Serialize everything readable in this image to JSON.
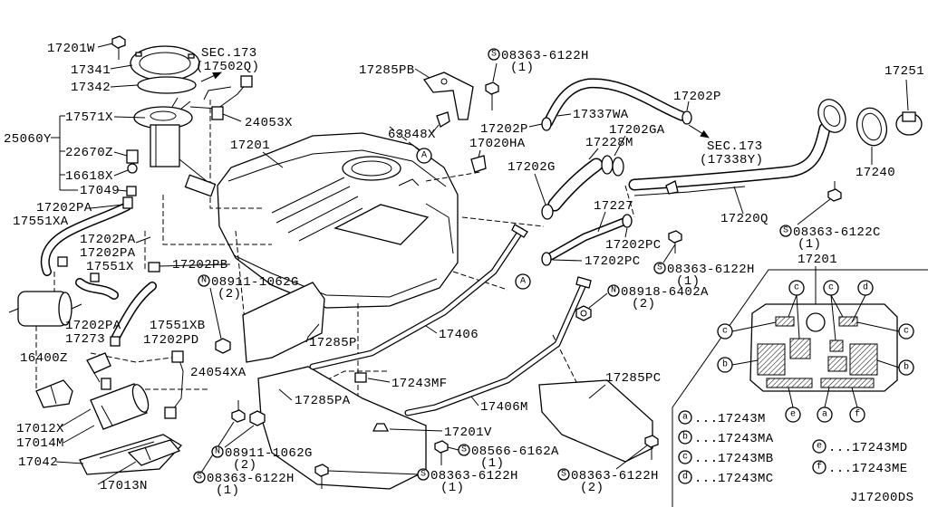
{
  "drawing_code": "J17200DS",
  "callouts": [
    "17201W",
    "17341",
    "17342",
    "17571X",
    "25060Y",
    "22670Z",
    "16618X",
    "17049",
    "24053X",
    "17201",
    "17202PA",
    "17551XA",
    "17202PA",
    "17202PA",
    "17551X",
    "17202PB",
    "16400Z",
    "17202PA",
    "17273",
    "17551XB",
    "17202PD",
    "24054XA",
    "17012X",
    "17014M",
    "17042",
    "17013N",
    "17285P",
    "17285PA",
    "17201V",
    "17243MF",
    "17406",
    "17406M",
    "17285PC",
    "17202PC",
    "17202PC",
    "17227",
    "17228M",
    "17202GA",
    "17202G",
    "17285PB",
    "17202P",
    "17337WA",
    "63848X",
    "17020HA",
    "17202P",
    "17251",
    "17240",
    "17220Q"
  ],
  "section_refs": [
    {
      "title": "SEC.173",
      "ref": "(17502Q)"
    },
    {
      "title": "SEC.173",
      "ref": "(17338Y)"
    }
  ],
  "fasteners": [
    {
      "mark": "S",
      "part": "08363-6122H",
      "qty": "(1)"
    },
    {
      "mark": "N",
      "part": "08911-1062G",
      "qty": "(2)"
    },
    {
      "mark": "S",
      "part": "08363-6122H",
      "qty": "(1)"
    },
    {
      "mark": "N",
      "part": "08918-6402A",
      "qty": "(2)"
    },
    {
      "mark": "S",
      "part": "08363-6122C",
      "qty": "(1)"
    },
    {
      "mark": "N",
      "part": "08911-1062G",
      "qty": "(2)"
    },
    {
      "mark": "S",
      "part": "08363-6122H",
      "qty": "(1)"
    },
    {
      "mark": "S",
      "part": "08566-6162A",
      "qty": "(1)"
    },
    {
      "mark": "S",
      "part": "08363-6122H",
      "qty": "(1)"
    },
    {
      "mark": "S",
      "part": "08363-6122H",
      "qty": "(2)"
    }
  ],
  "view_marks": [
    "A",
    "A"
  ],
  "inset": {
    "callout": "17201",
    "pad_marks": [
      "c",
      "c",
      "d",
      "c",
      "c",
      "b",
      "b",
      "e",
      "a",
      "f"
    ]
  },
  "legend": {
    "separator": "....",
    "entries": [
      {
        "key": "a",
        "part": "17243M"
      },
      {
        "key": "b",
        "part": "17243MA"
      },
      {
        "key": "c",
        "part": "17243MB"
      },
      {
        "key": "d",
        "part": "17243MC"
      },
      {
        "key": "e",
        "part": "17243MD"
      },
      {
        "key": "f",
        "part": "17243ME"
      }
    ]
  }
}
